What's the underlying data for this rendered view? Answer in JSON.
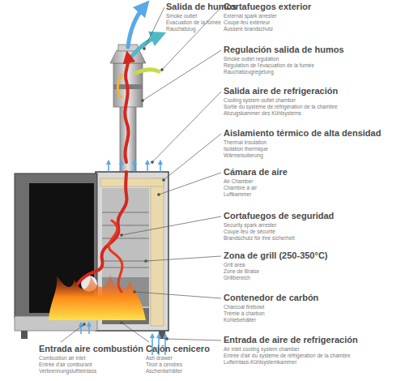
{
  "diagram": {
    "labels": [
      "Salida de humos",
      "Smoke outlet",
      "Évacuation de la fumée",
      "Rauchabzug",
      "Cortafuegos exterior",
      "External spark arrester",
      "Coupe-feu extérieur",
      "Äussere brandschutz",
      "Regulación salida de humos",
      "Smoke outlet regulation",
      "Régulation de l'évacuation de la fumée",
      "Rauchabzugregelung",
      "Salida aire de refrigeración",
      "Cooling system outlet chamber",
      "Sortie du système de réfrigération de la chambre",
      "Abzugskammer des Kühlsystems",
      "Aislamiento térmico de alta densidad",
      "Thermal insulation",
      "Isolation thermique",
      "Wärmeisolierung",
      "Cámara de aire",
      "Air Chamber",
      "Chambre à air",
      "Luftkammer",
      "Cortafuegos de seguridad",
      "Security spark arrester",
      "Coupe-feu de sécurité",
      "Brandschutz für ihre sicherheit",
      "Zona de grill (250-350°C)",
      "Grill area",
      "Zone de Braise",
      "Grillbereich",
      "Contenedor de carbón",
      "Charcoal firebowl",
      "Trémie à charbon",
      "Kohlebehälter",
      "Entrada de aire de refrigeración",
      "Air inlet cooling system chamber",
      "Entrée d'air du système de réfrigération de la chambre",
      "Lufteinlass-Kühlsystemkammer",
      "Entrada aire combustión",
      "Combustion air inlet",
      "Entrée d'air comburant",
      "Verbrennungsluftteinlass",
      "Cajón cenicero",
      "Ash drawer",
      "Tiroir à cendres",
      "Aschenbehälter"
    ]
  }
}
